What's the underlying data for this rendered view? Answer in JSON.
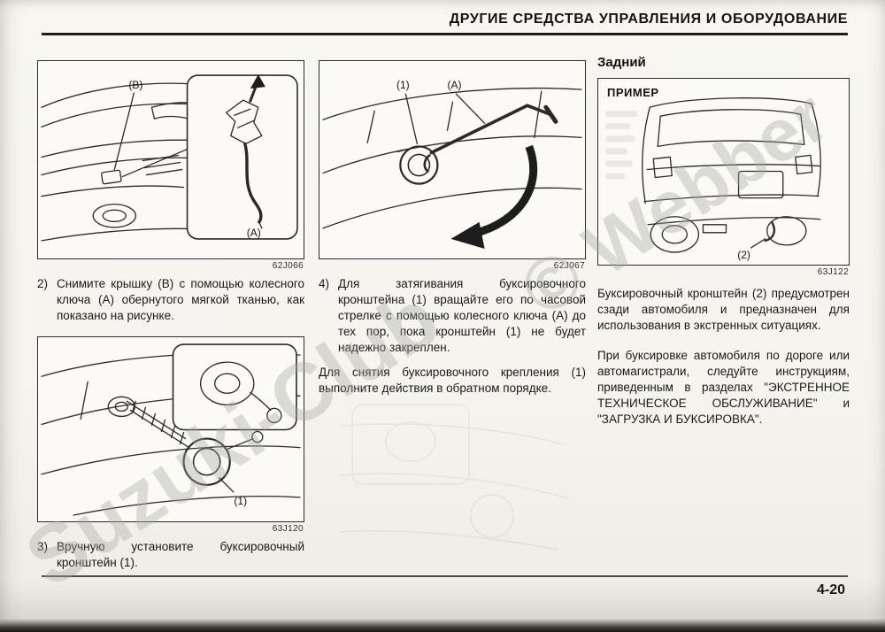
{
  "page": {
    "header_title": "ДРУГИЕ СРЕДСТВА УПРАВЛЕНИЯ И ОБОРУДОВАНИЕ",
    "page_number": "4-20"
  },
  "watermark": {
    "left": "Suzuki-Club",
    "right": "© Webber"
  },
  "left_column": {
    "figure_cover": {
      "code": "62J066",
      "label_b": "(B)",
      "label_a": "(A)"
    },
    "step2": {
      "number": "2)",
      "text": "Снимите крышку (B) с помощью колесного ключа (A) обернутого мягкой тканью, как показано на рисунке."
    },
    "figure_hook": {
      "code": "63J120",
      "label_1": "(1)"
    },
    "step3": {
      "number": "3)",
      "text": "Вручную установите буксировочный кронштейн (1)."
    }
  },
  "middle_column": {
    "figure_tighten": {
      "code": "62J067",
      "label_1": "(1)",
      "label_a": "(A)"
    },
    "step4": {
      "number": "4)",
      "text": "Для затягивания буксировочного кронштейна (1) вращайте его по часовой стрелке с помощью колесного ключа (A) до тех пор, пока кронштейн (1) не будет надежно закреплен."
    },
    "note": "Для снятия буксировочного крепления (1) выполните действия в обратном порядке."
  },
  "right_column": {
    "heading": "Задний",
    "example_label": "ПРИМЕР",
    "figure_rear": {
      "code": "63J122",
      "label_2": "(2)"
    },
    "para1": "Буксировочный кронштейн (2) предусмотрен сзади автомобиля и предназначен для использования в экстренных ситуациях.",
    "para2": "При буксировке автомобиля по дороге или автомагистрали, следуйте инструкциям, приведенным в разделах \"ЭКСТРЕННОЕ ТЕХНИЧЕСКОЕ ОБСЛУЖИВАНИЕ\" и \"ЗАГРУЗКА И БУКСИРОВКА\"."
  }
}
